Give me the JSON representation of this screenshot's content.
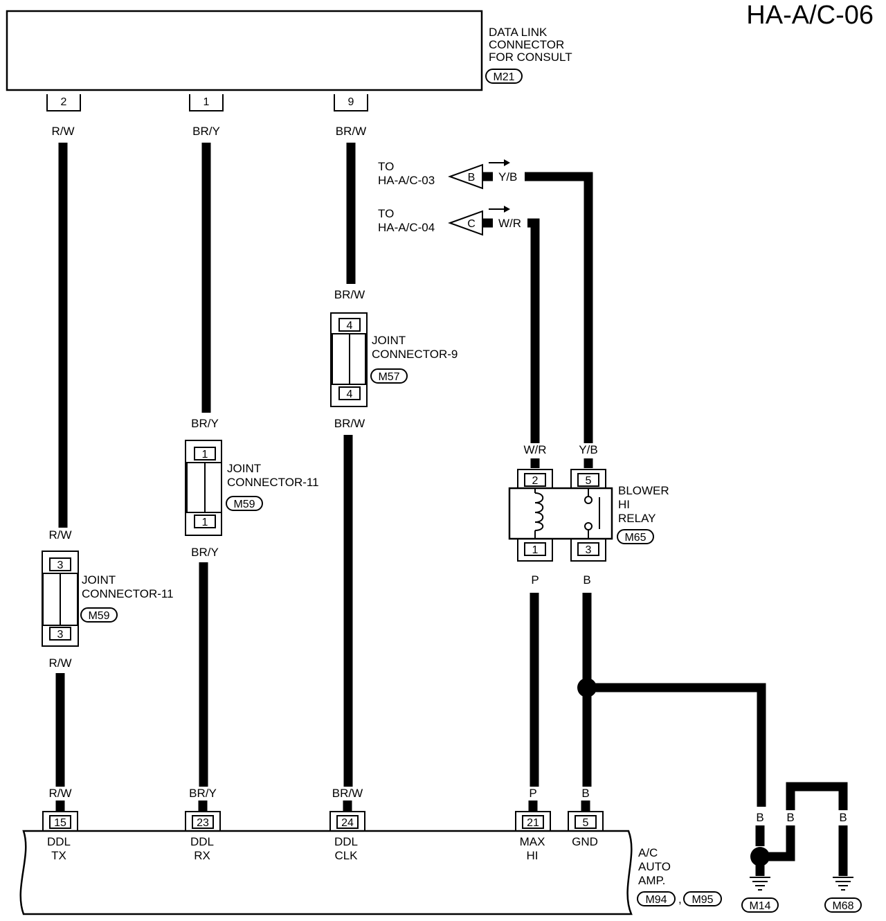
{
  "page_title": "HA-A/C-06",
  "dlc": {
    "label_lines": [
      "DATA LINK",
      "CONNECTOR",
      "FOR CONSULT"
    ],
    "id": "M21",
    "pins": [
      "2",
      "1",
      "9"
    ]
  },
  "wires": {
    "tx": "R/W",
    "rx": "BR/Y",
    "clk": "BR/W",
    "y_b": "Y/B",
    "w_r": "W/R",
    "p": "P",
    "b": "B"
  },
  "refs": [
    {
      "to": "TO",
      "page": "HA-A/C-03",
      "letter": "B",
      "wire": "Y/B"
    },
    {
      "to": "TO",
      "page": "HA-A/C-04",
      "letter": "C",
      "wire": "W/R"
    }
  ],
  "joint_tx": {
    "lines": [
      "JOINT",
      "CONNECTOR-11"
    ],
    "id": "M59",
    "pin": "3"
  },
  "joint_rx": {
    "lines": [
      "JOINT",
      "CONNECTOR-11"
    ],
    "id": "M59",
    "pin": "1"
  },
  "joint_clk": {
    "lines": [
      "JOINT",
      "CONNECTOR-9"
    ],
    "id": "M57",
    "pin": "4"
  },
  "relay": {
    "lines": [
      "BLOWER",
      "HI",
      "RELAY"
    ],
    "id": "M65",
    "pins_top": [
      "2",
      "5"
    ],
    "pins_bottom": [
      "1",
      "3"
    ]
  },
  "amp": {
    "lines": [
      "A/C",
      "AUTO",
      "AMP."
    ],
    "ids": [
      "M94",
      "M95"
    ],
    "separator": ",",
    "pins": [
      {
        "num": "15",
        "l1": "DDL",
        "l2": "TX"
      },
      {
        "num": "23",
        "l1": "DDL",
        "l2": "RX"
      },
      {
        "num": "24",
        "l1": "DDL",
        "l2": "CLK"
      },
      {
        "num": "21",
        "l1": "MAX",
        "l2": "HI"
      },
      {
        "num": "5",
        "l1": "GND",
        "l2": ""
      }
    ]
  },
  "grounds": [
    "M14",
    "M68"
  ]
}
